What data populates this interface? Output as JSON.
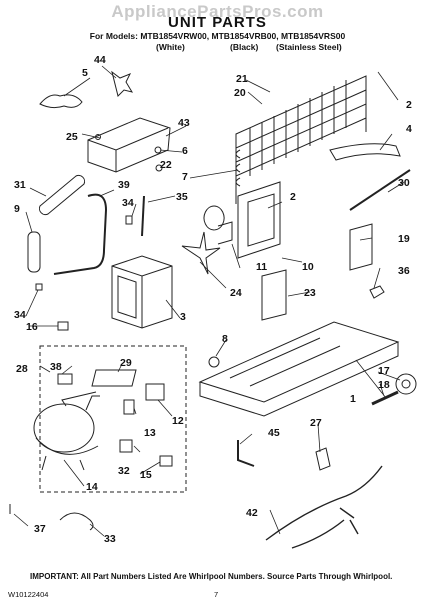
{
  "watermark": "AppliancePartsPros.com",
  "title": "UNIT PARTS",
  "models_line": "For Models: MTB1854VRW00, MTB1854VRB00, MTB1854VRS00",
  "variants": [
    "(White)",
    "(Black)",
    "(Stainless Steel)"
  ],
  "part_labels": [
    "44",
    "5",
    "43",
    "25",
    "6",
    "31",
    "39",
    "9",
    "34",
    "35",
    "7",
    "21",
    "20",
    "2",
    "4",
    "30",
    "19",
    "36",
    "10",
    "11",
    "24",
    "23",
    "3",
    "34",
    "16",
    "28",
    "8",
    "38",
    "29",
    "12",
    "13",
    "1",
    "17",
    "18",
    "15",
    "32",
    "14",
    "45",
    "27",
    "37",
    "42",
    "33",
    "22",
    "2"
  ],
  "footer_note": "IMPORTANT: All Part Numbers Listed Are Whirlpool Numbers. Source Parts Through Whirlpool.",
  "document_number": "W10122404",
  "page_number": "7"
}
